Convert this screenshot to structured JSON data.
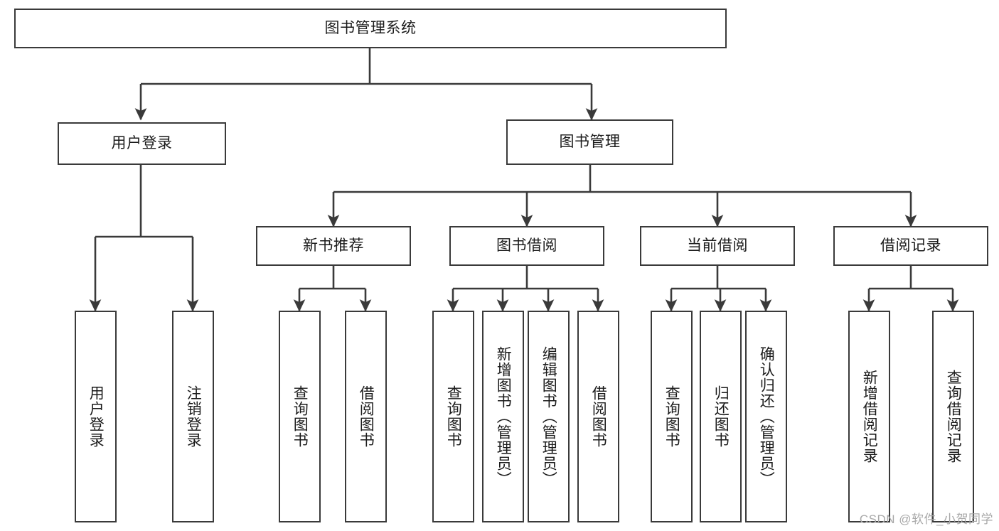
{
  "diagram": {
    "type": "tree-hierarchy",
    "title": "图书管理系统",
    "root": {
      "id": "root",
      "label": "图书管理系统"
    },
    "level1": [
      {
        "id": "user-login",
        "label": "用户登录"
      },
      {
        "id": "book-manage",
        "label": "图书管理"
      }
    ],
    "level2": [
      {
        "id": "new-book-recommend",
        "label": "新书推荐",
        "parent": "book-manage"
      },
      {
        "id": "book-borrow",
        "label": "图书借阅",
        "parent": "book-manage"
      },
      {
        "id": "current-borrow",
        "label": "当前借阅",
        "parent": "book-manage"
      },
      {
        "id": "borrow-record",
        "label": "借阅记录",
        "parent": "book-manage"
      }
    ],
    "leaves": [
      {
        "id": "leaf-user-login",
        "label": "用户登录",
        "parent": "user-login"
      },
      {
        "id": "leaf-logout-login",
        "label": "注销登录",
        "parent": "user-login"
      },
      {
        "id": "leaf-query-book-1",
        "label": "查询图书",
        "parent": "new-book-recommend"
      },
      {
        "id": "leaf-borrow-book-1",
        "label": "借阅图书",
        "parent": "new-book-recommend"
      },
      {
        "id": "leaf-query-book-2",
        "label": "查询图书",
        "parent": "book-borrow"
      },
      {
        "id": "leaf-add-book",
        "label": "新增图书（管理员）",
        "parent": "book-borrow"
      },
      {
        "id": "leaf-edit-book",
        "label": "编辑图书（管理员）",
        "parent": "book-borrow"
      },
      {
        "id": "leaf-borrow-book-2",
        "label": "借阅图书",
        "parent": "book-borrow"
      },
      {
        "id": "leaf-query-book-3",
        "label": "查询图书",
        "parent": "current-borrow"
      },
      {
        "id": "leaf-return-book",
        "label": "归还图书",
        "parent": "current-borrow"
      },
      {
        "id": "leaf-confirm-return",
        "label": "确认归还（管理员）",
        "parent": "current-borrow"
      },
      {
        "id": "leaf-add-record",
        "label": "新增借阅记录",
        "parent": "borrow-record"
      },
      {
        "id": "leaf-query-record",
        "label": "查询借阅记录",
        "parent": "borrow-record"
      }
    ],
    "colors": {
      "stroke": "#3a3a3a",
      "fill": "#ffffff",
      "text": "#1b1b1b",
      "watermark": "#a8a8a8"
    }
  },
  "watermark": {
    "text": "CSDN @软件_小贺同学"
  }
}
